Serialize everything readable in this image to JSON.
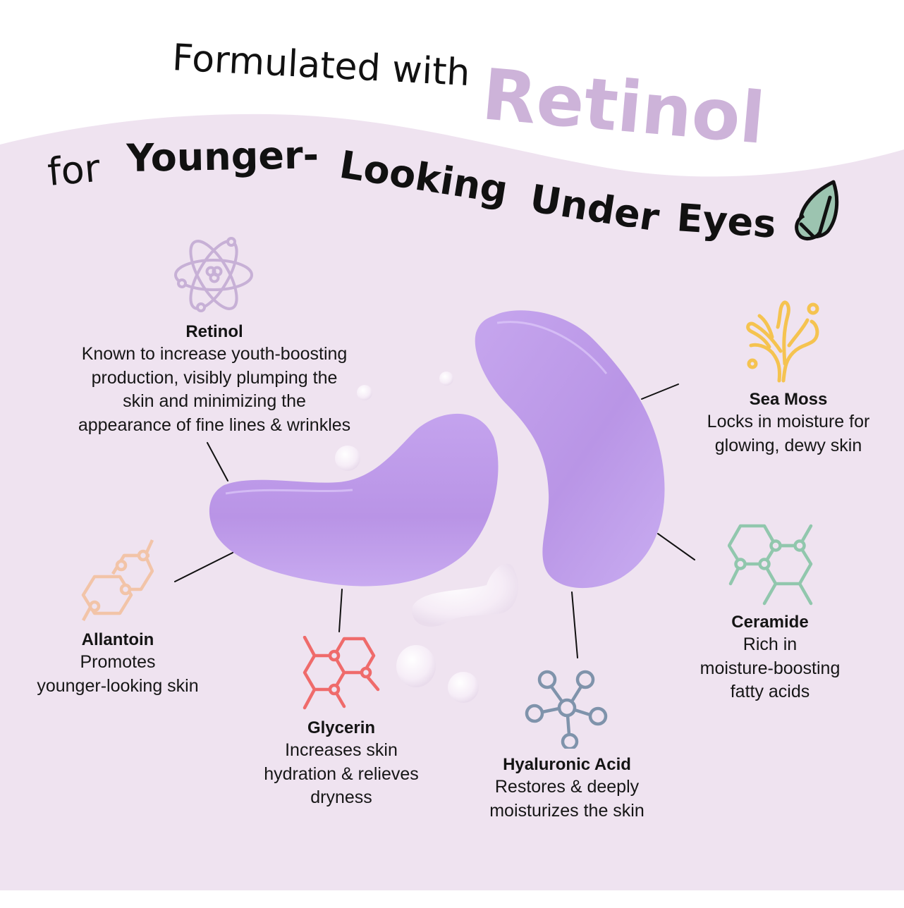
{
  "headline": {
    "line1_prefix": "Formulated with",
    "line1_highlight": "Retinol",
    "line2_prefix": "for",
    "line2_words": [
      "Younger-",
      "Looking",
      "Under",
      "Eyes"
    ],
    "leaf_icon": "leaf-icon"
  },
  "colors": {
    "background_panel": "#efe3f0",
    "top_band": "#ffffff",
    "retinol_highlight": "#cdb3d9",
    "patch": "#b994e6",
    "leaf_fill": "#9cc4b0",
    "retinol_icon": "#c7b0d6",
    "sea_moss_icon": "#f5c350",
    "allantoin_icon": "#f2c4a8",
    "glycerin_icon": "#ef6b6b",
    "hyaluronic_icon": "#7f93ab",
    "ceramide_icon": "#91c7ad"
  },
  "ingredients": [
    {
      "name": "Retinol",
      "icon": "atom-icon",
      "lines": [
        "Known to increase youth-boosting",
        "production, visibly plumping the",
        "skin and minimizing the",
        "appearance of fine lines & wrinkles"
      ]
    },
    {
      "name": "Sea Moss",
      "icon": "seaweed-icon",
      "lines": [
        "Locks in moisture for",
        "glowing, dewy skin"
      ]
    },
    {
      "name": "Allantoin",
      "icon": "molecule-hexagon-icon",
      "lines": [
        "Promotes",
        "younger-looking skin"
      ]
    },
    {
      "name": "Glycerin",
      "icon": "molecule-hexagon-icon",
      "lines": [
        "Increases skin",
        "hydration & relieves",
        "dryness"
      ]
    },
    {
      "name": "Hyaluronic Acid",
      "icon": "molecule-network-icon",
      "lines": [
        "Restores & deeply",
        "moisturizes the skin"
      ]
    },
    {
      "name": "Ceramide",
      "icon": "molecule-hexagon-icon",
      "lines": [
        "Rich in",
        "moisture-boosting",
        "fatty acids"
      ]
    }
  ]
}
